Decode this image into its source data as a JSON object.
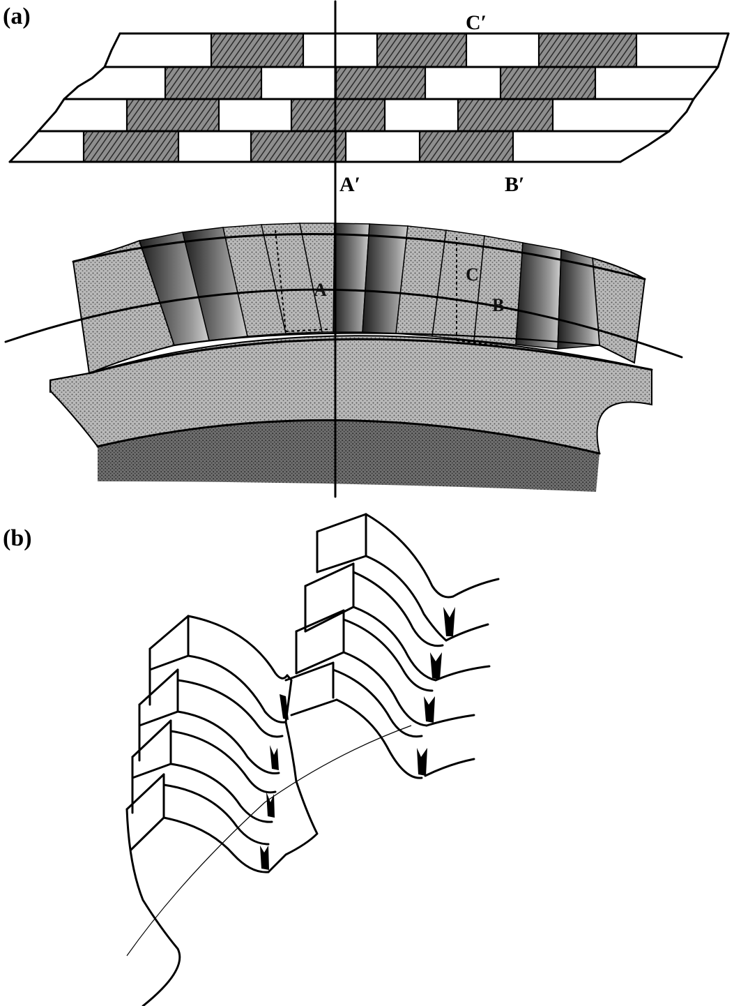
{
  "panels": {
    "a": {
      "label": "(a)"
    },
    "b": {
      "label": "(b)"
    }
  },
  "brick_labels": {
    "c_prime": "C′",
    "a_prime": "A′",
    "b_prime": "B′"
  },
  "arch_labels": {
    "a": "A",
    "c": "C",
    "b": "B"
  }
}
